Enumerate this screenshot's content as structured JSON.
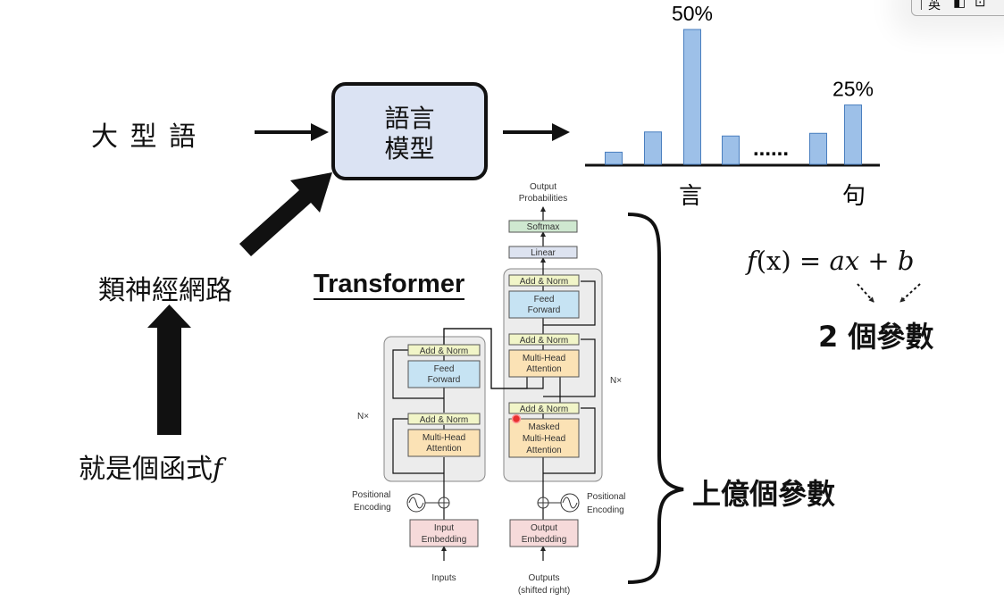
{
  "slide": {
    "input_text": "大 型 語",
    "model_box": [
      "語言",
      "模型"
    ],
    "nn_text": "類神經網路",
    "func_text": "就是個函式",
    "func_symbol": "f",
    "transformer_label": "Transformer",
    "formula": {
      "f": "f",
      "paren": "(x) = ",
      "rhs": "ax + b"
    },
    "two_params": "2 個參數",
    "billion_params": "上億個參數",
    "toolbar_glyphs": [
      "丨",
      "英",
      "◧",
      "⊡"
    ]
  },
  "chart_data": {
    "type": "bar",
    "values": [
      0.045,
      0.12,
      0.5,
      0.105,
      0.115,
      0.22
    ],
    "labels": [
      "",
      "",
      "50%",
      "",
      "",
      "25%"
    ],
    "ellipsis": "......",
    "x_tick_labels": [
      "言",
      "句"
    ],
    "bar_color": "#9dc0e8",
    "bar_edge": "#4a7fbf"
  },
  "diagram": {
    "top_output": [
      "Output",
      "Probabilities"
    ],
    "softmax": "Softmax",
    "linear": "Linear",
    "add_norm": "Add & Norm",
    "feed_forward": [
      "Feed",
      "Forward"
    ],
    "mha": [
      "Multi-Head",
      "Attention"
    ],
    "masked_mha": [
      "Masked",
      "Multi-Head",
      "Attention"
    ],
    "nx": "N×",
    "positional": [
      "Positional",
      "Encoding"
    ],
    "input_embedding": [
      "Input",
      "Embedding"
    ],
    "output_embedding": [
      "Output",
      "Embedding"
    ],
    "inputs": "Inputs",
    "outputs": [
      "Outputs",
      "(shifted right)"
    ],
    "colors": {
      "add_norm": "#f1f5c8",
      "feed_forward": "#c6e3f3",
      "attention": "#fbe2b5",
      "embedding": "#f6dada",
      "softmax": "#cfe8d0",
      "linear": "#dde3f0",
      "stack_bg": "#ececec"
    }
  }
}
